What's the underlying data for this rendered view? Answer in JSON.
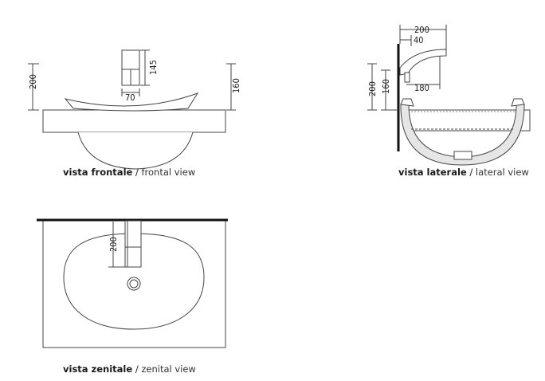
{
  "views": {
    "frontal": {
      "caption_it": "vista frontale",
      "caption_sep": " / ",
      "caption_en": "frontal view",
      "dims": {
        "height_total": "200",
        "spout_height": "145",
        "spout_width": "70",
        "rim_height": "160"
      }
    },
    "lateral": {
      "caption_it": "vista laterale",
      "caption_sep": " / ",
      "caption_en": "lateral view",
      "dims": {
        "projection": "200",
        "offset": "40",
        "reach": "180",
        "height_total": "200",
        "rim_height": "160"
      }
    },
    "zenital": {
      "caption_it": "vista zenitale",
      "caption_sep": " / ",
      "caption_en": "zenital view",
      "dims": {
        "depth": "200"
      }
    }
  }
}
